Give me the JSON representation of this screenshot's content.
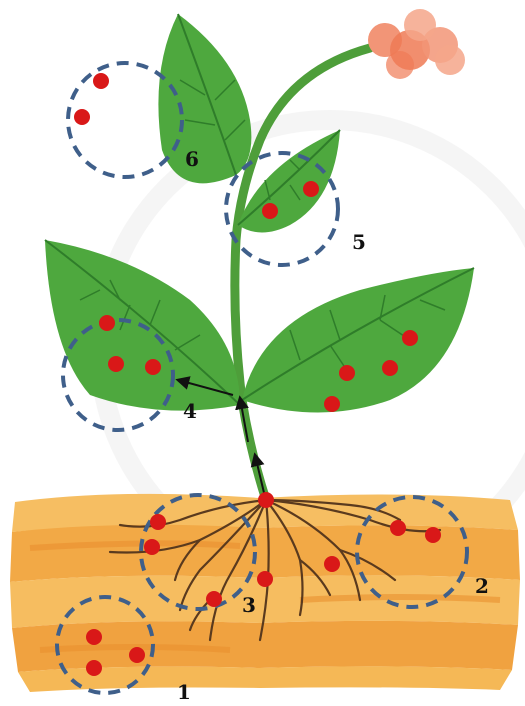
{
  "diagram": {
    "labels": [
      "1",
      "2",
      "3",
      "4",
      "5",
      "6"
    ],
    "colors": {
      "soil_light": "#f7c267",
      "soil_mid": "#f0a73e",
      "soil_dark": "#e88a2a",
      "leaf": "#4ea83e",
      "leaf_dark": "#2f7d2a",
      "stem": "#4e9e3a",
      "root": "#5a3a1e",
      "dot": "#d91818",
      "circle": "#3f5f8a",
      "flower": "#ef7a55",
      "arrow": "#111111"
    }
  }
}
